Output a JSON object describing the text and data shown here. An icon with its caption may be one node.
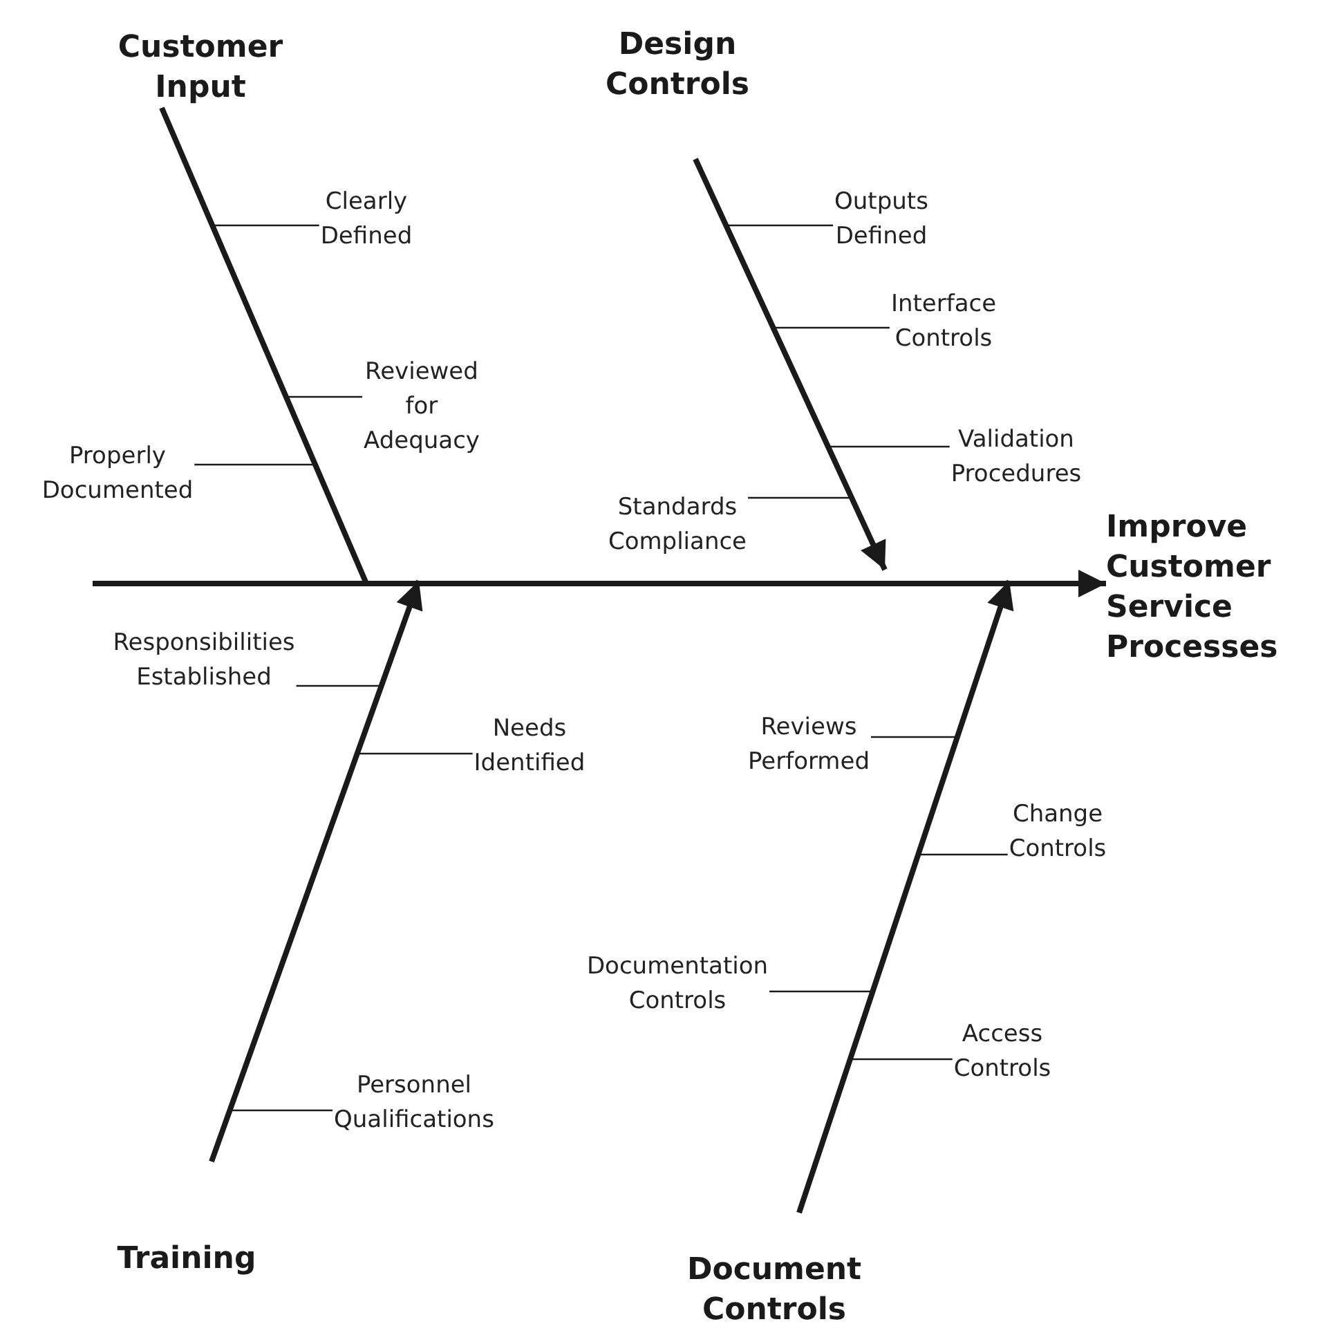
{
  "diagram": {
    "nodes": [
      {
        "text": [
          "Customer Input"
        ]
      },
      {
        "text": [
          "Design Controls"
        ]
      },
      {
        "text": [
          "Clearly Defined"
        ]
      },
      {
        "text": [
          "Outputs Defined"
        ]
      },
      {
        "text": [
          "Interface Controls"
        ]
      },
      {
        "text": [
          "Reviewed for Adequacy"
        ]
      },
      {
        "text": [
          "Properly Documented"
        ]
      },
      {
        "text": [
          "Validation Procedures"
        ]
      },
      {
        "text": [
          "Standards Compliance"
        ]
      },
      {
        "text": [
          "Improve Customer Service Processes"
        ]
      },
      {
        "text": [
          "Responsibilities Established"
        ]
      },
      {
        "text": [
          "Needs Identified"
        ]
      },
      {
        "text": [
          "Reviews Performed"
        ]
      },
      {
        "text": [
          "Change Controls"
        ]
      },
      {
        "text": [
          "Documentation Controls"
        ]
      },
      {
        "text": [
          "Access Controls"
        ]
      },
      {
        "text": [
          "Personnel Qualifications"
        ]
      },
      {
        "text": [
          "Training"
        ]
      },
      {
        "text": [
          "Document Controls"
        ]
      }
    ],
    "edges": [
      {
        "from": null,
        "to": 9,
        "arrow": "to",
        "style": "thick"
      },
      {
        "from": 0,
        "to": null,
        "arrow": "none",
        "style": "thick"
      },
      {
        "from": 1,
        "to": null,
        "arrow": "to",
        "style": "thick"
      },
      {
        "from": 17,
        "to": null,
        "arrow": "to",
        "style": "thick"
      },
      {
        "from": 18,
        "to": null,
        "arrow": "to",
        "style": "thick"
      },
      {
        "from": 2,
        "to": null,
        "arrow": "none"
      },
      {
        "from": 3,
        "to": null,
        "arrow": "none"
      },
      {
        "from": 4,
        "to": null,
        "arrow": "none"
      },
      {
        "from": 5,
        "to": null,
        "arrow": "none"
      },
      {
        "from": 6,
        "to": null,
        "arrow": "none"
      },
      {
        "from": 7,
        "to": null,
        "arrow": "none"
      },
      {
        "from": 8,
        "to": null,
        "arrow": "none"
      },
      {
        "from": 10,
        "to": null,
        "arrow": "none"
      },
      {
        "from": 11,
        "to": null,
        "arrow": "none"
      },
      {
        "from": 12,
        "to": null,
        "arrow": "none"
      },
      {
        "from": 13,
        "to": null,
        "arrow": "none"
      },
      {
        "from": 14,
        "to": null,
        "arrow": "none"
      },
      {
        "from": 15,
        "to": null,
        "arrow": "none"
      },
      {
        "from": 16,
        "to": null,
        "arrow": "none"
      }
    ]
  }
}
